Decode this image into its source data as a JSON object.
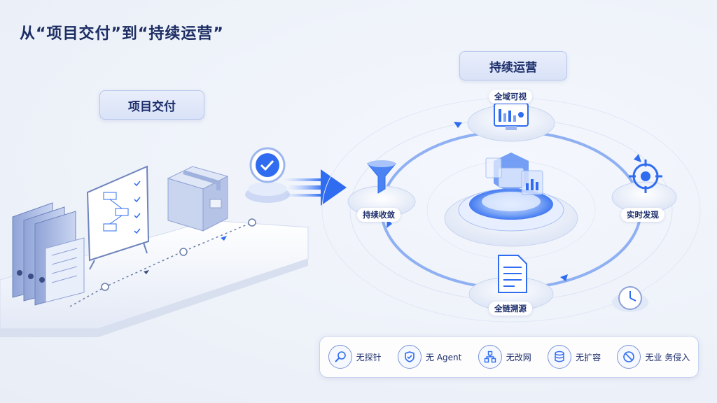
{
  "title": "从“项目交付”到“持续运营”",
  "left": {
    "label": "项目交付"
  },
  "right": {
    "label": "持续运营",
    "nodes": {
      "top": "全域可视",
      "right": "实时发现",
      "bottom": "全链溯源",
      "left": "持续收敛"
    }
  },
  "features": [
    {
      "icon": "probe-icon",
      "label": "无探针"
    },
    {
      "icon": "shield-check-icon",
      "label": "无 Agent"
    },
    {
      "icon": "network-icon",
      "label": "无改网"
    },
    {
      "icon": "database-icon",
      "label": "无扩容"
    },
    {
      "icon": "no-entry-icon",
      "label": "无业 务侵入"
    }
  ],
  "colors": {
    "accent": "#2f6cf0",
    "navy": "#1c2d63",
    "light": "#dfe7fa"
  }
}
